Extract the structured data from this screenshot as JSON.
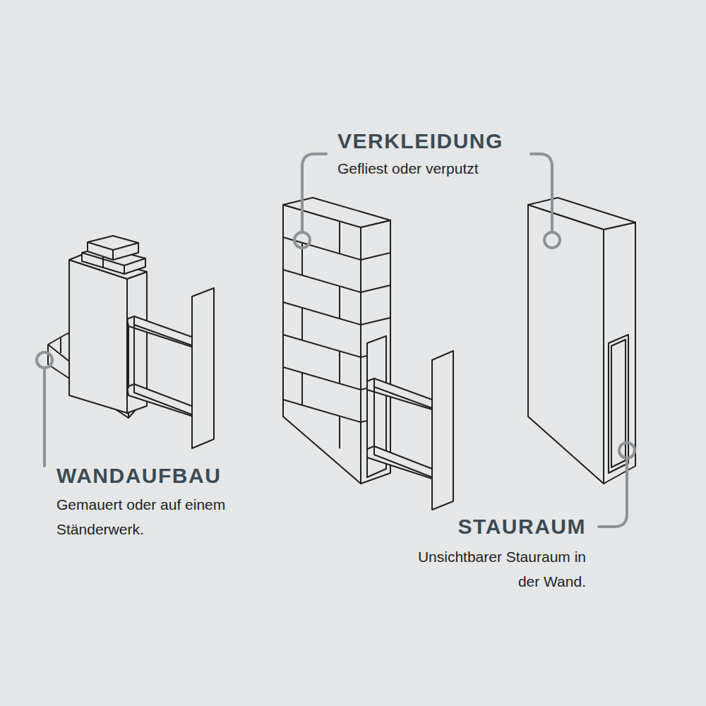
{
  "diagram": {
    "labels": [
      "VERKLEIDUNG",
      "Gefliest oder verputzt",
      "WANDAUFBAU",
      "Gemauert oder auf einem Ständerwerk.",
      "STAURAUM",
      "Unsichtbarer Stauraum in der Wand."
    ]
  }
}
